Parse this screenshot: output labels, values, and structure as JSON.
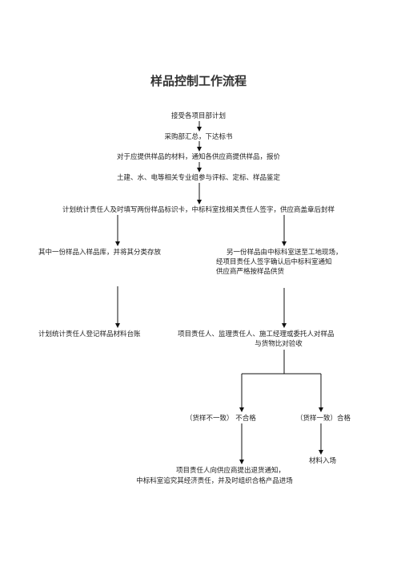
{
  "title": "样品控制工作流程",
  "steps": {
    "s1": "接受各项目部计划",
    "s2": "采购部汇总，下达标书",
    "s3": "对于应提供样品的材料，通知各供应商提供样品，报价",
    "s4": "土建、水、电等相关专业组参与评标、定标、样品鉴定",
    "s5": "计划统计责任人及时填写两份样品标识卡，中标科室找相关责任人签字，供应商盖章后封样",
    "left1": "其中一份样品入样品库，并将其分类存放",
    "right1_l1": "另一份样品由中标科室送至工地现场，",
    "right1_l2": "经项目责任人签字确认后中标科室通知",
    "right1_l3": "供应商严格按样品供货",
    "left2": "计划统计责任人登记样品材料台账",
    "right2_l1": "项目责任人、监理责任人、施工经理或委托人对样品",
    "right2_l2": "与货物比对验收",
    "fail": "（货样不一致） 不合格",
    "pass": "（货样一致）合格",
    "stock": "材料入场",
    "final_l1": "项目责任人向供应商提出退货通知，",
    "final_l2": "中标科室追究其经济责任，并及时组织合格产品进场"
  }
}
